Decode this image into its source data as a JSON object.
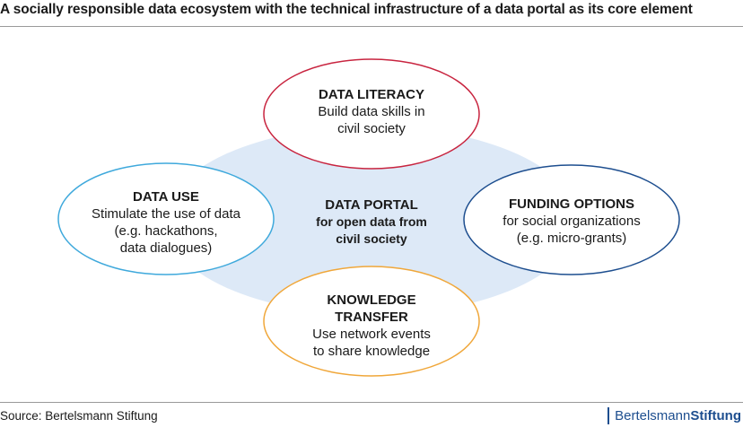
{
  "title": "A socially responsible data ecosystem with the technical infrastructure of a data portal as its core element",
  "center": {
    "head": "DATA PORTAL",
    "line1": "for open data from",
    "line2": "civil society"
  },
  "nodes": {
    "top": {
      "head": "DATA LITERACY",
      "body": "Build data skills in\ncivil society",
      "color": "#c8243f"
    },
    "left": {
      "head": "DATA USE",
      "body": "Stimulate the use of data\n(e.g. hackathons,\ndata dialogues)",
      "color": "#3fa9dc"
    },
    "right": {
      "head": "FUNDING OPTIONS",
      "body": "for social organizations\n(e.g. micro-grants)",
      "color": "#1d4e8f"
    },
    "bottom": {
      "head": "KNOWLEDGE\nTRANSFER",
      "body": "Use network events\nto share knowledge",
      "color": "#f0a73a"
    }
  },
  "colors": {
    "center_fill": "#dde9f7"
  },
  "source": "Source: Bertelsmann Stiftung",
  "logo": {
    "part1": "Bertelsmann",
    "part2": "Stiftung"
  }
}
